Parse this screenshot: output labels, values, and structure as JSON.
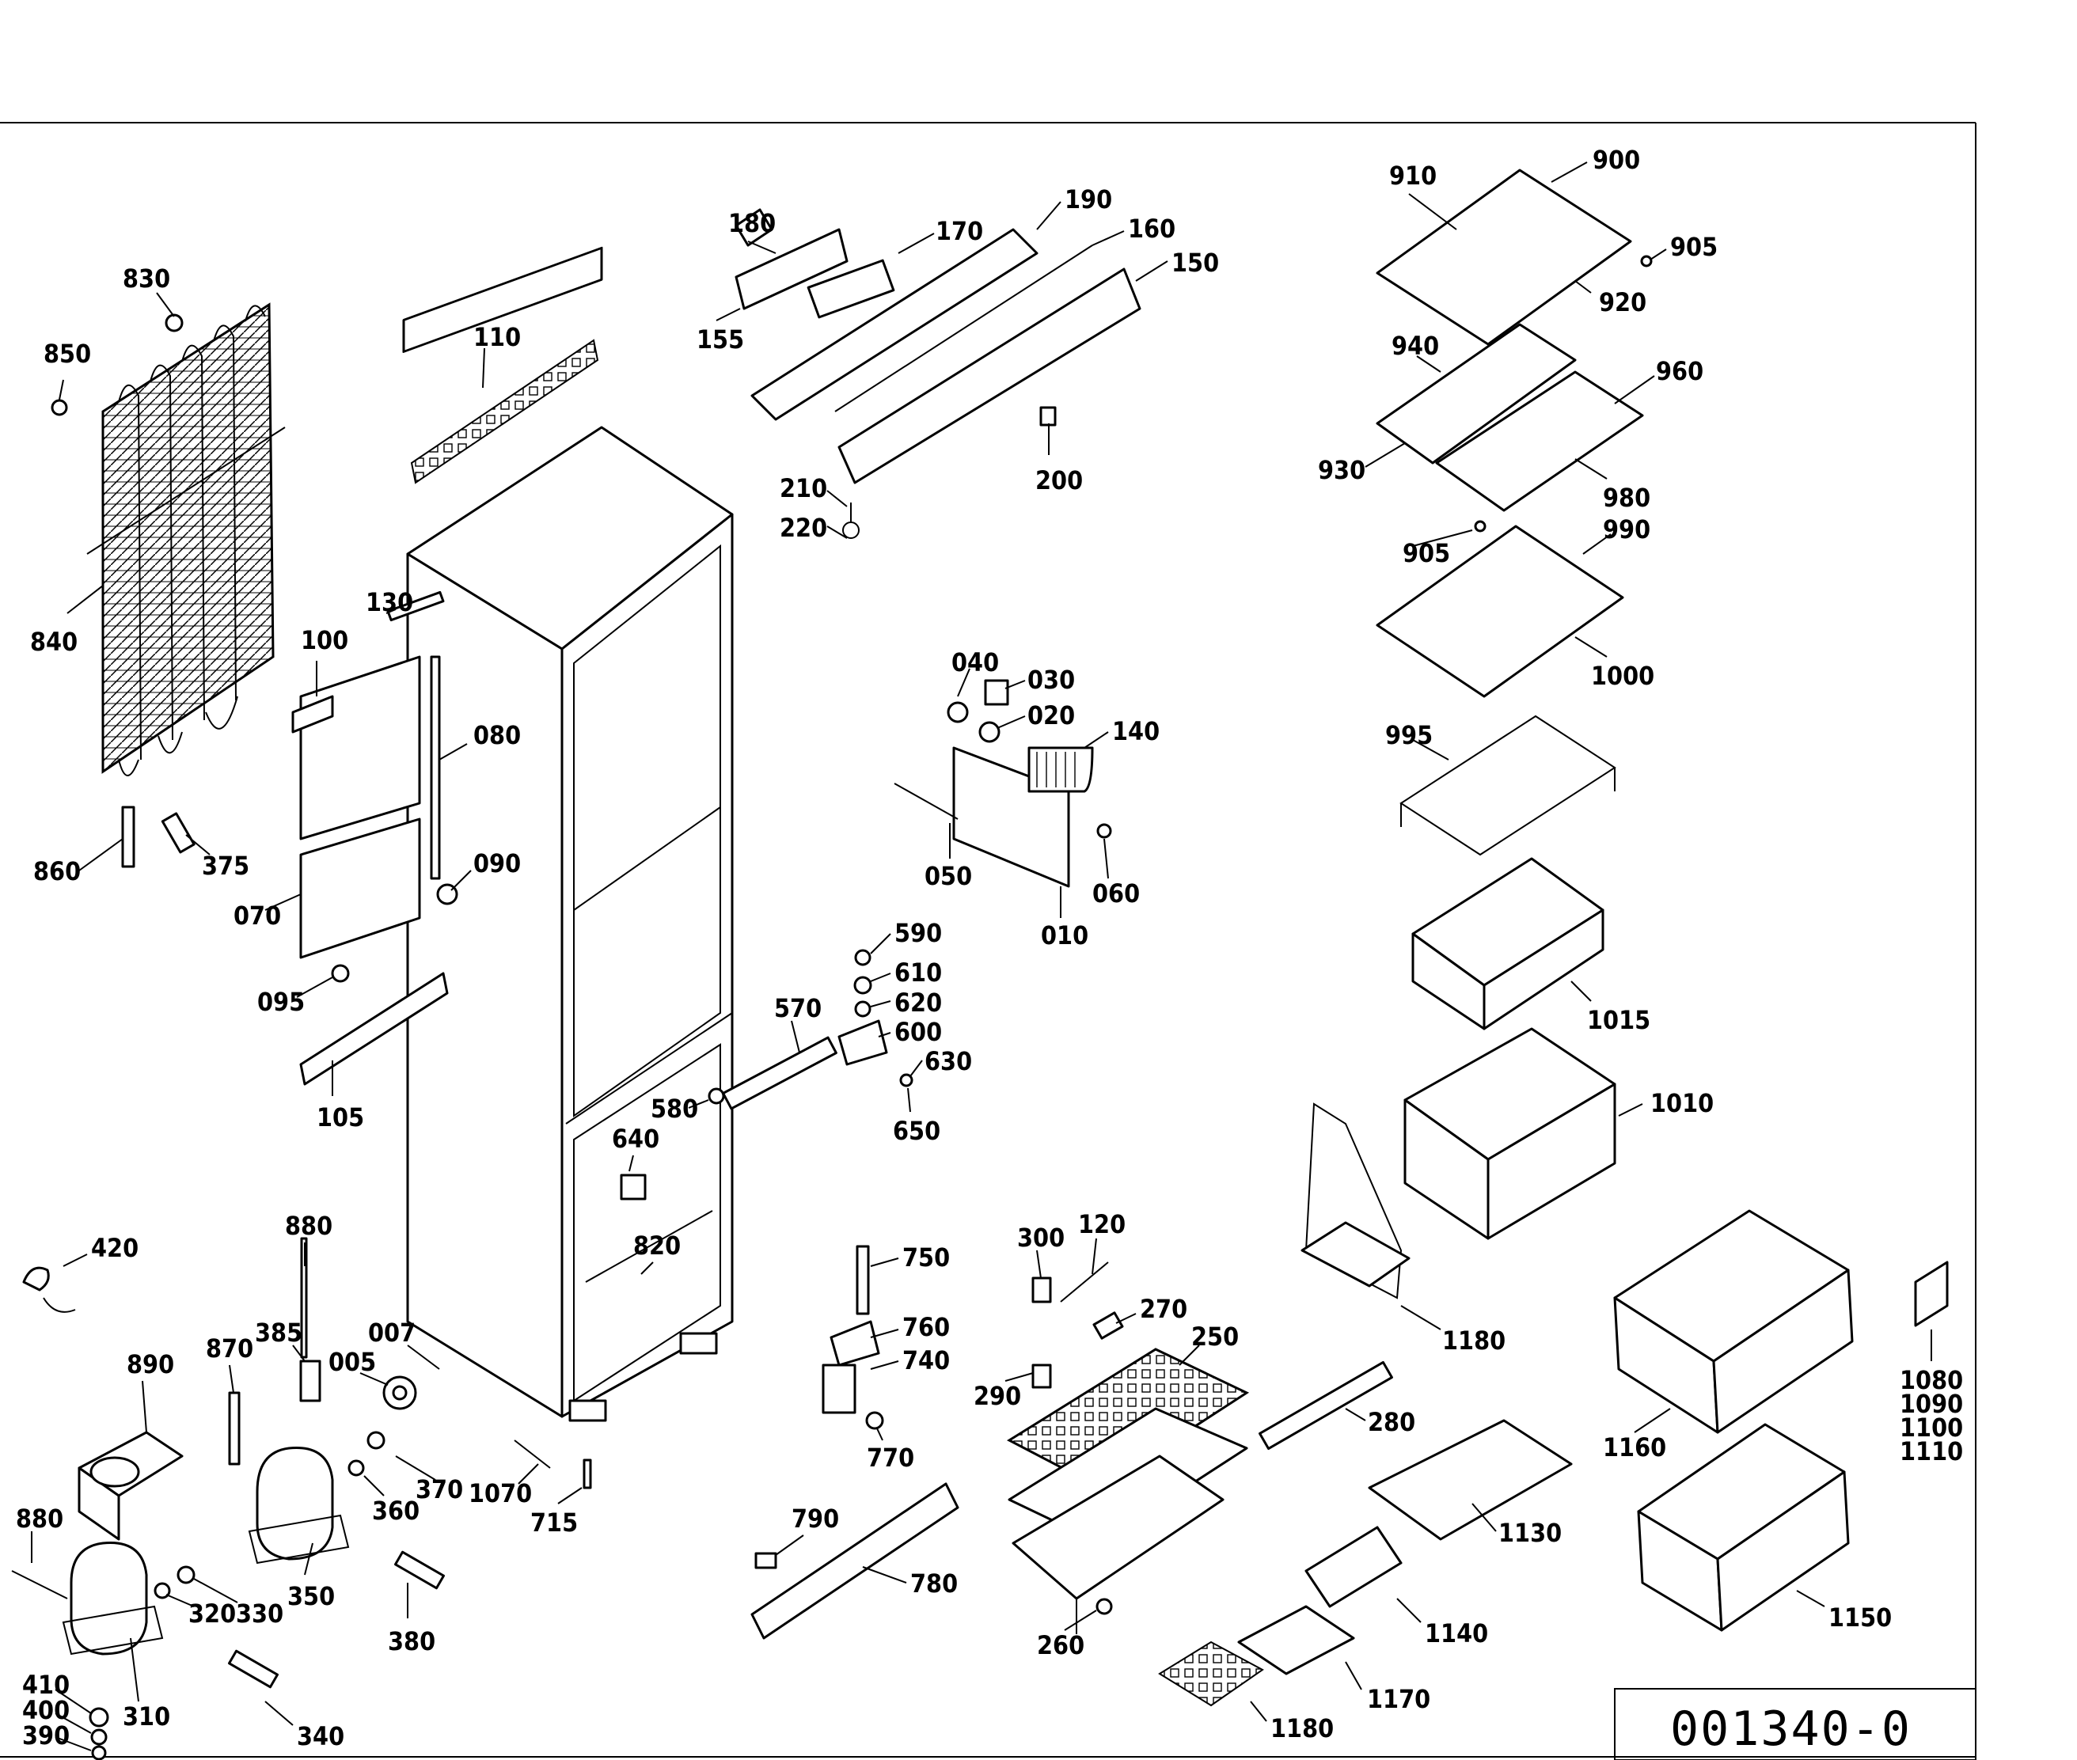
{
  "diagram": {
    "drawing_code": "001340-0",
    "part_labels": [
      {
        "id": "p830",
        "text": "830"
      },
      {
        "id": "p850",
        "text": "850"
      },
      {
        "id": "p840",
        "text": "840"
      },
      {
        "id": "p860",
        "text": "860"
      },
      {
        "id": "p375",
        "text": "375"
      },
      {
        "id": "p110",
        "text": "110"
      },
      {
        "id": "p130",
        "text": "130"
      },
      {
        "id": "p100",
        "text": "100"
      },
      {
        "id": "p080",
        "text": "080"
      },
      {
        "id": "p070",
        "text": "070"
      },
      {
        "id": "p090",
        "text": "090"
      },
      {
        "id": "p095",
        "text": "095"
      },
      {
        "id": "p105",
        "text": "105"
      },
      {
        "id": "p180",
        "text": "180"
      },
      {
        "id": "p170",
        "text": "170"
      },
      {
        "id": "p190",
        "text": "190"
      },
      {
        "id": "p160",
        "text": "160"
      },
      {
        "id": "p150",
        "text": "150"
      },
      {
        "id": "p155",
        "text": "155"
      },
      {
        "id": "p210",
        "text": "210"
      },
      {
        "id": "p220",
        "text": "220"
      },
      {
        "id": "p200",
        "text": "200"
      },
      {
        "id": "p040",
        "text": "040"
      },
      {
        "id": "p030",
        "text": "030"
      },
      {
        "id": "p020",
        "text": "020"
      },
      {
        "id": "p140",
        "text": "140"
      },
      {
        "id": "p050",
        "text": "050"
      },
      {
        "id": "p060",
        "text": "060"
      },
      {
        "id": "p010",
        "text": "010"
      },
      {
        "id": "p590",
        "text": "590"
      },
      {
        "id": "p610",
        "text": "610"
      },
      {
        "id": "p620",
        "text": "620"
      },
      {
        "id": "p600",
        "text": "600"
      },
      {
        "id": "p630",
        "text": "630"
      },
      {
        "id": "p650",
        "text": "650"
      },
      {
        "id": "p570",
        "text": "570"
      },
      {
        "id": "p580",
        "text": "580"
      },
      {
        "id": "p640",
        "text": "640"
      },
      {
        "id": "p820",
        "text": "820"
      },
      {
        "id": "p910",
        "text": "910"
      },
      {
        "id": "p900",
        "text": "900"
      },
      {
        "id": "p905a",
        "text": "905"
      },
      {
        "id": "p920",
        "text": "920"
      },
      {
        "id": "p940",
        "text": "940"
      },
      {
        "id": "p960",
        "text": "960"
      },
      {
        "id": "p930",
        "text": "930"
      },
      {
        "id": "p980",
        "text": "980"
      },
      {
        "id": "p905b",
        "text": "905"
      },
      {
        "id": "p990",
        "text": "990"
      },
      {
        "id": "p1000",
        "text": "1000"
      },
      {
        "id": "p995",
        "text": "995"
      },
      {
        "id": "p1015",
        "text": "1015"
      },
      {
        "id": "p1010",
        "text": "1010"
      },
      {
        "id": "p1180a",
        "text": "1180"
      },
      {
        "id": "p1160",
        "text": "1160"
      },
      {
        "id": "p1080",
        "text": "1080"
      },
      {
        "id": "p1090",
        "text": "1090"
      },
      {
        "id": "p1100",
        "text": "1100"
      },
      {
        "id": "p1110",
        "text": "1110"
      },
      {
        "id": "p1150",
        "text": "1150"
      },
      {
        "id": "p420",
        "text": "420"
      },
      {
        "id": "p880a",
        "text": "880"
      },
      {
        "id": "p890",
        "text": "890"
      },
      {
        "id": "p870",
        "text": "870"
      },
      {
        "id": "p385",
        "text": "385"
      },
      {
        "id": "p007",
        "text": "007"
      },
      {
        "id": "p005",
        "text": "005"
      },
      {
        "id": "p370",
        "text": "370"
      },
      {
        "id": "p360",
        "text": "360"
      },
      {
        "id": "p350",
        "text": "350"
      },
      {
        "id": "p880b",
        "text": "880"
      },
      {
        "id": "p320",
        "text": "320"
      },
      {
        "id": "p330",
        "text": "330"
      },
      {
        "id": "p310",
        "text": "310"
      },
      {
        "id": "p410",
        "text": "410"
      },
      {
        "id": "p400",
        "text": "400"
      },
      {
        "id": "p390",
        "text": "390"
      },
      {
        "id": "p340",
        "text": "340"
      },
      {
        "id": "p380",
        "text": "380"
      },
      {
        "id": "p1070",
        "text": "1070"
      },
      {
        "id": "p715",
        "text": "715"
      },
      {
        "id": "p750",
        "text": "750"
      },
      {
        "id": "p760",
        "text": "760"
      },
      {
        "id": "p740",
        "text": "740"
      },
      {
        "id": "p770",
        "text": "770"
      },
      {
        "id": "p790",
        "text": "790"
      },
      {
        "id": "p780",
        "text": "780"
      },
      {
        "id": "p300",
        "text": "300"
      },
      {
        "id": "p120",
        "text": "120"
      },
      {
        "id": "p270",
        "text": "270"
      },
      {
        "id": "p250",
        "text": "250"
      },
      {
        "id": "p290",
        "text": "290"
      },
      {
        "id": "p280",
        "text": "280"
      },
      {
        "id": "p260",
        "text": "260"
      },
      {
        "id": "p1130",
        "text": "1130"
      },
      {
        "id": "p1140",
        "text": "1140"
      },
      {
        "id": "p1170",
        "text": "1170"
      },
      {
        "id": "p1180b",
        "text": "1180"
      }
    ]
  }
}
